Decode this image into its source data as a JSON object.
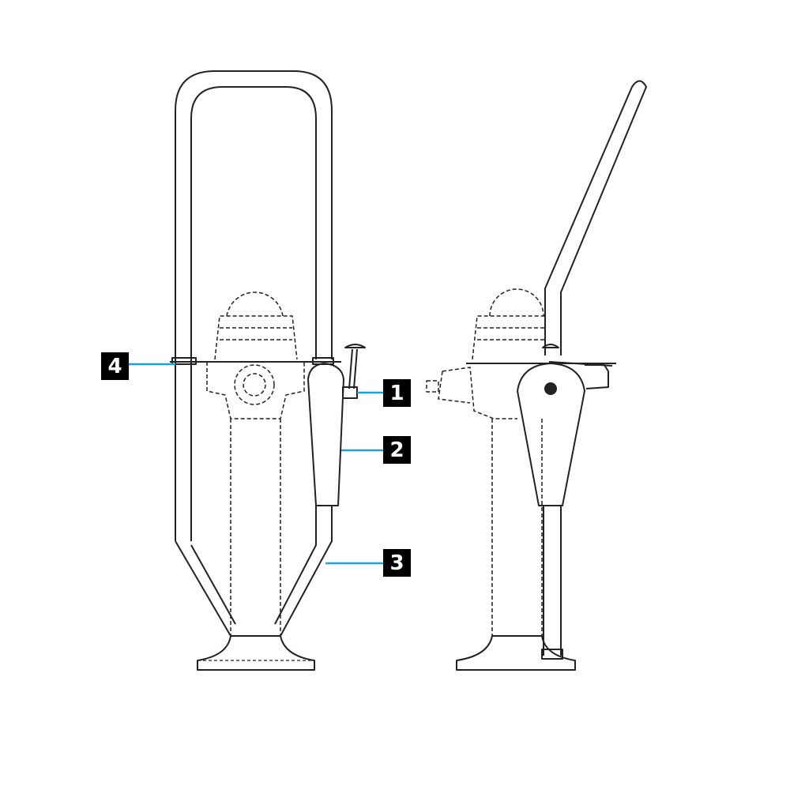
{
  "callouts": [
    {
      "id": "1",
      "label": "1"
    },
    {
      "id": "2",
      "label": "2"
    },
    {
      "id": "3",
      "label": "3"
    },
    {
      "id": "4",
      "label": "4"
    }
  ],
  "colors": {
    "leader": "#1aa3d6",
    "line": "#222222",
    "callout_bg": "#000000",
    "callout_text": "#ffffff"
  }
}
